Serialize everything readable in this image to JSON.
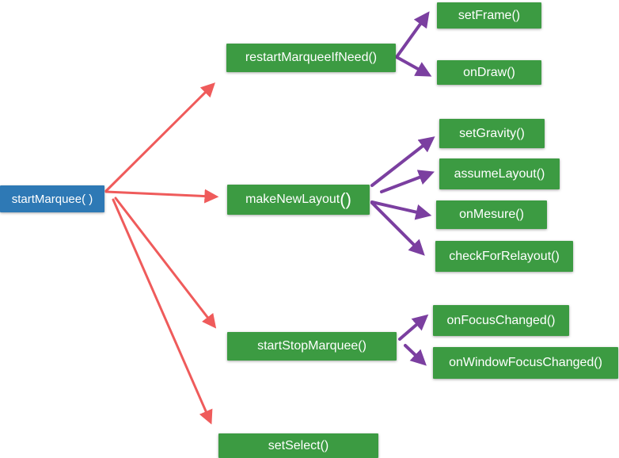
{
  "colors": {
    "root_fill": "#2e79b5",
    "node_fill": "#3c9b42",
    "red_arrow": "#ef5b5b",
    "purple_arrow": "#7b3fa0"
  },
  "root": {
    "label": "startMarquee( )"
  },
  "level1": {
    "restart": "restartMarqueeIfNeed()",
    "make_prefix": "makeNewLayout",
    "make_paren": "()",
    "startstop": "startStopMarquee()",
    "select": "setSelect()"
  },
  "level2": {
    "setframe": "setFrame()",
    "ondraw": "onDraw()",
    "setgravity": "setGravity()",
    "assume": "assumeLayout()",
    "onmesure": "onMesure()",
    "check": "checkForRelayout()",
    "onfocus": "onFocusChanged()",
    "onwindow": "onWindowFocusChanged()"
  }
}
